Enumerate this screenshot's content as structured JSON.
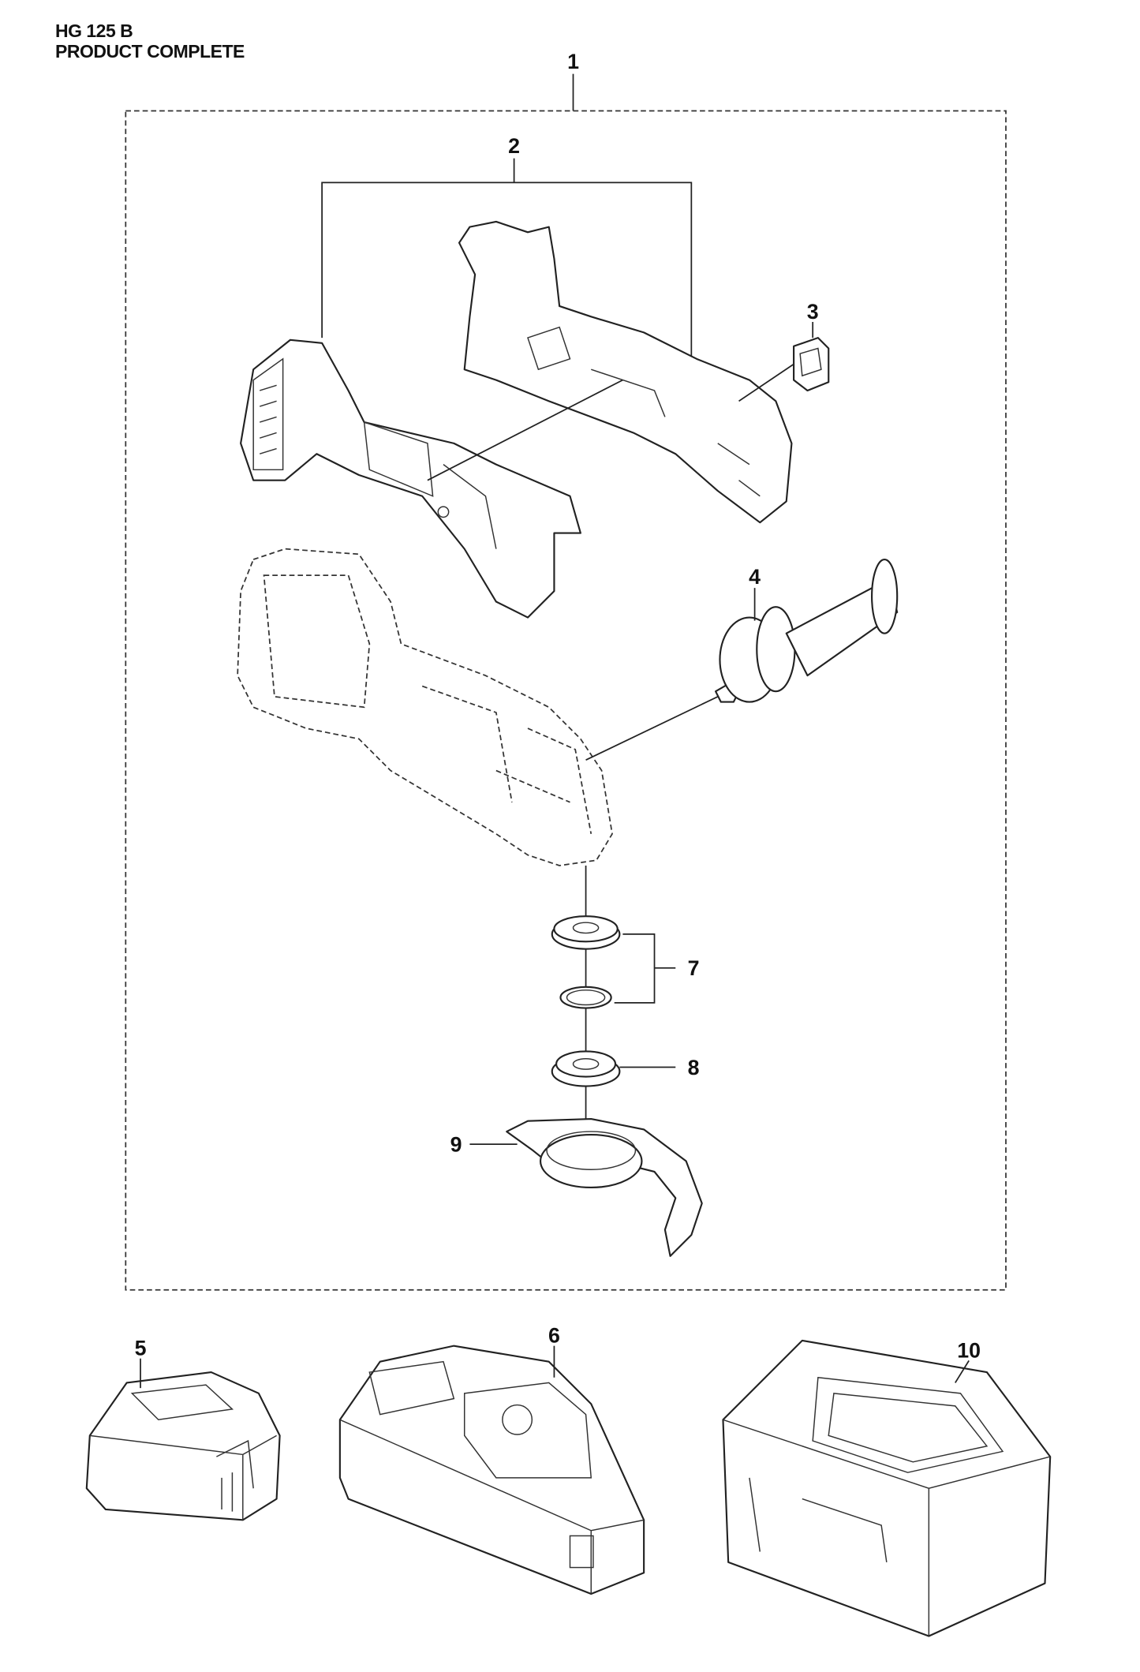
{
  "header": {
    "model": "HG 125 B",
    "section": "PRODUCT COMPLETE"
  },
  "callouts": {
    "c1": "1",
    "c2": "2",
    "c3": "3",
    "c4": "4",
    "c5": "5",
    "c6": "6",
    "c7": "7",
    "c8": "8",
    "c9": "9",
    "c10": "10"
  }
}
